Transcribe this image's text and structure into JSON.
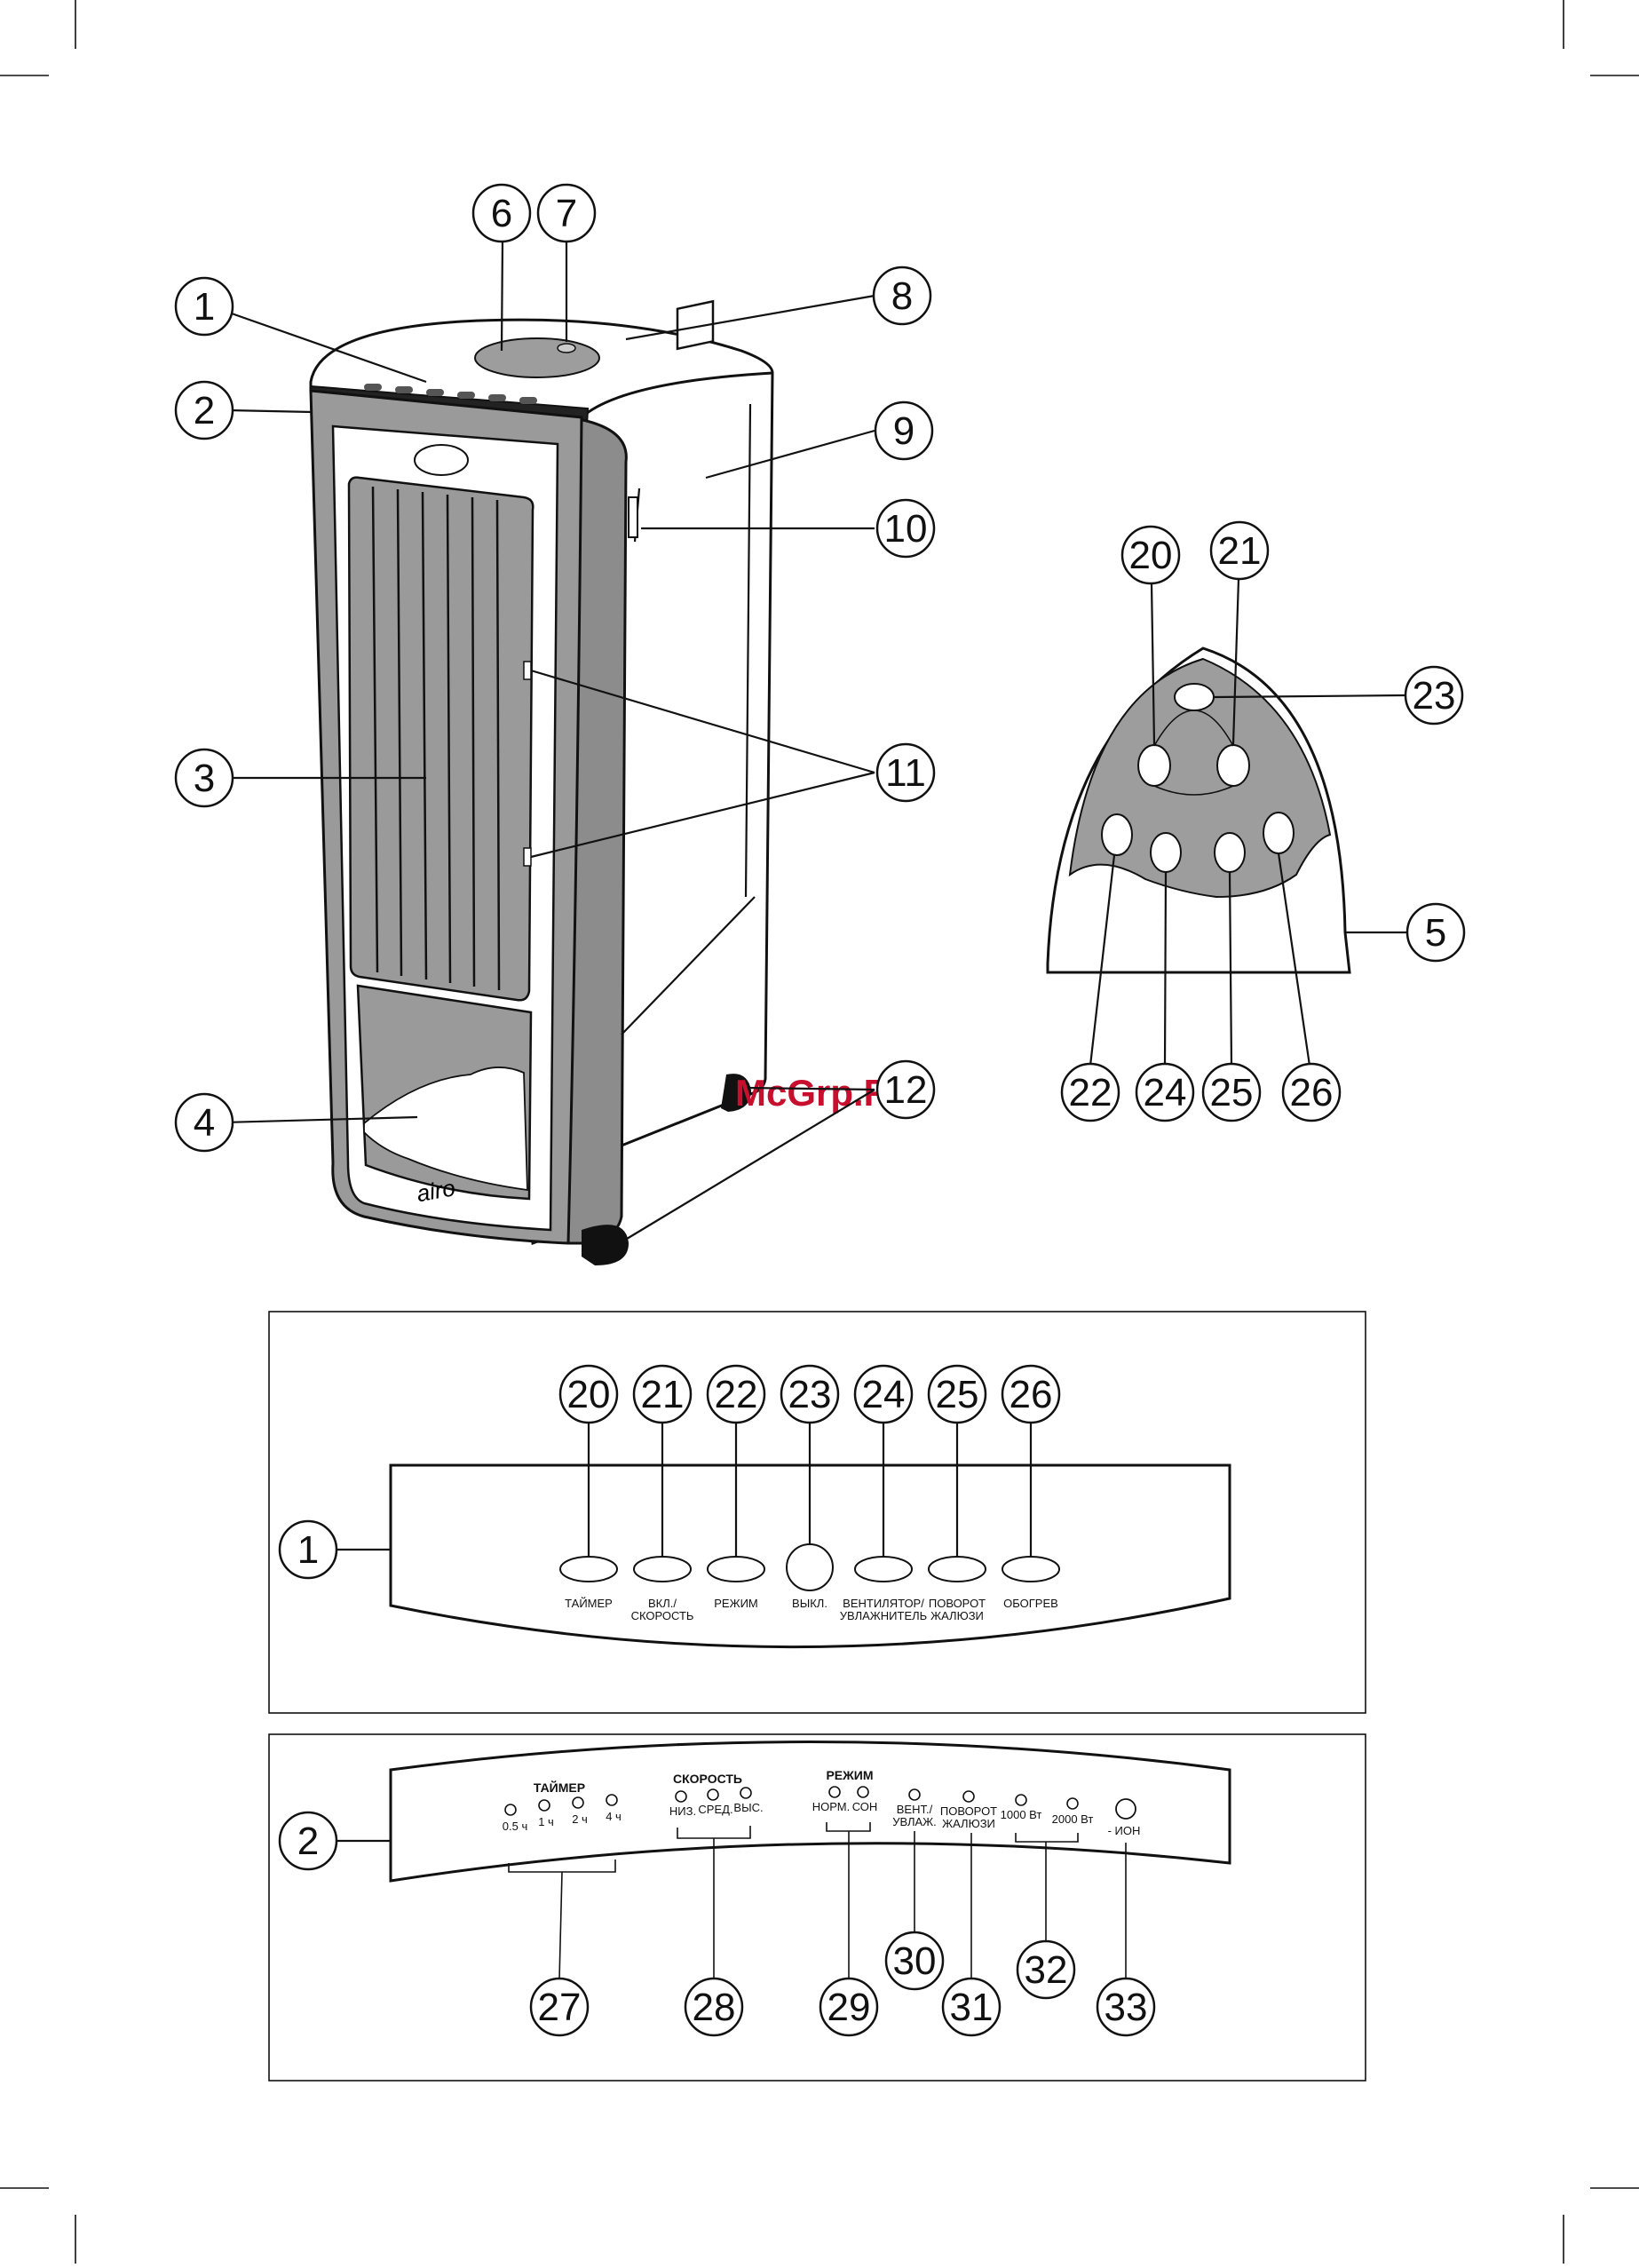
{
  "watermark": "McGrp.Ru",
  "brand_logo": "airo",
  "device_callouts": [
    "1",
    "2",
    "3",
    "4",
    "6",
    "7",
    "8",
    "9",
    "10",
    "11",
    "12"
  ],
  "remote_callouts": [
    "20",
    "21",
    "23",
    "5",
    "22",
    "24",
    "25",
    "26"
  ],
  "control_panel": {
    "callout": "1",
    "button_numbers": [
      "20",
      "21",
      "22",
      "23",
      "24",
      "25",
      "26"
    ],
    "buttons": [
      {
        "label_line1": "ТАЙМЕР",
        "label_line2": ""
      },
      {
        "label_line1": "ВКЛ./",
        "label_line2": "СКОРОСТЬ"
      },
      {
        "label_line1": "РЕЖИМ",
        "label_line2": ""
      },
      {
        "label_line1": "ВЫКЛ.",
        "label_line2": ""
      },
      {
        "label_line1": "ВЕНТИЛЯТОР/",
        "label_line2": "УВЛАЖНИТЕЛЬ"
      },
      {
        "label_line1": "ПОВОРОТ",
        "label_line2": "ЖАЛЮЗИ"
      },
      {
        "label_line1": "ОБОГРЕВ",
        "label_line2": ""
      }
    ]
  },
  "indicator_panel": {
    "callout": "2",
    "group_titles": {
      "timer": "ТАЙМЕР",
      "speed": "СКОРОСТЬ",
      "mode": "РЕЖИМ"
    },
    "timer_labels": [
      "0.5 ч",
      "1 ч",
      "2 ч",
      "4 ч"
    ],
    "speed_labels": [
      "НИЗ.",
      "СРЕД.",
      "ВЫС."
    ],
    "mode_labels": [
      "НОРМ.",
      "СОН"
    ],
    "fan_label": [
      "ВЕНТ./",
      "УВЛАЖ."
    ],
    "louver_label": [
      "ПОВОРОТ",
      "ЖАЛЮЗИ"
    ],
    "power_labels": [
      "1000 Вт",
      "2000 Вт"
    ],
    "ion_label": "- ИОН",
    "callout_numbers": [
      "27",
      "28",
      "29",
      "30",
      "31",
      "32",
      "33"
    ]
  }
}
